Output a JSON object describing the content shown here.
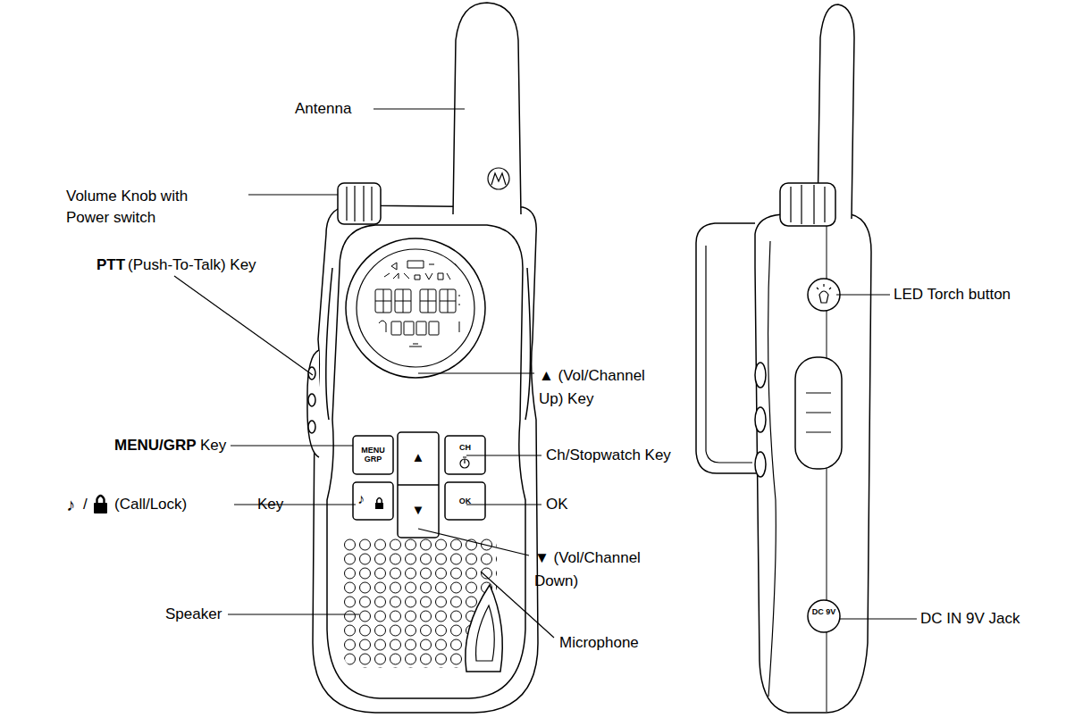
{
  "diagram": {
    "labels": [
      "Antenna",
      "Volume Knob with Power switch",
      "PTT",
      "(Push-To-Talk) Key",
      "MENU/GRP",
      "Key",
      "♪",
      "/",
      "(Call/Lock)",
      "Key",
      "▲ (Vol/Channel Up) Key",
      "Ch/Stopwatch Key",
      "OK",
      "▼ (Vol/Channel Down)",
      "Speaker",
      "Microphone",
      "LED Torch button",
      "DC IN 9V Jack",
      "MENU GRP",
      "▲",
      "▼",
      "CH",
      "OK",
      "♪",
      "DC 9V"
    ]
  }
}
